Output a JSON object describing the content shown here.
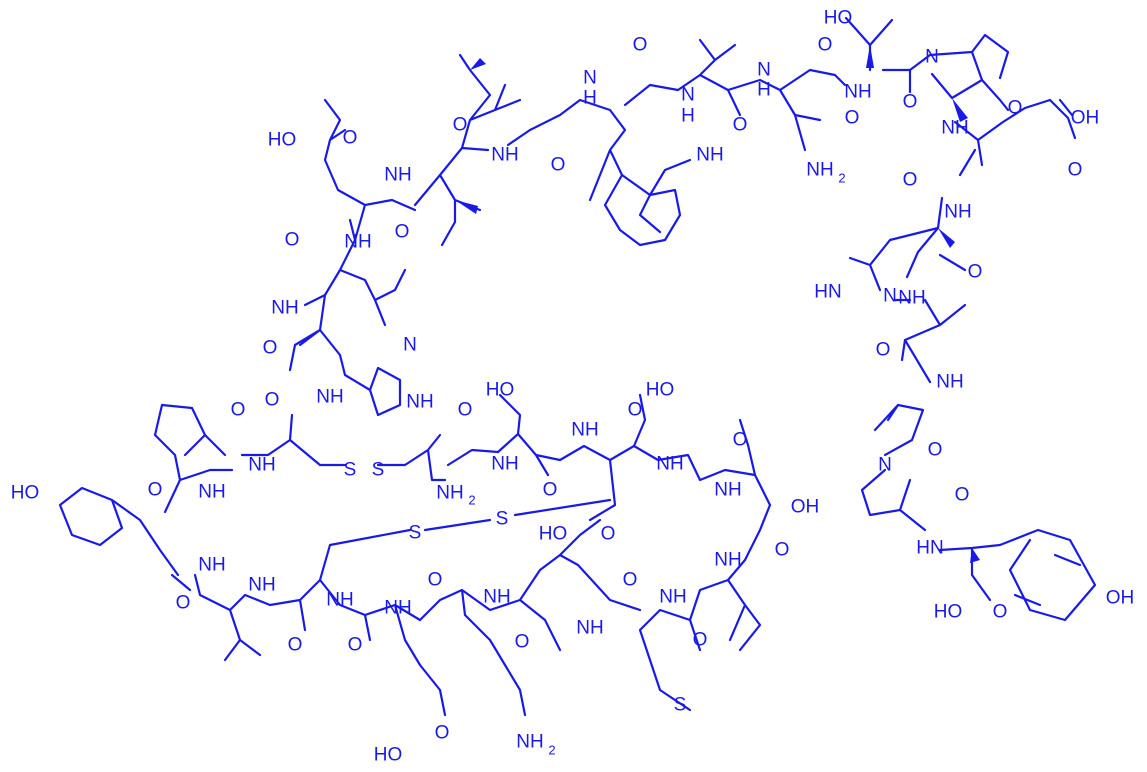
{
  "colors": {
    "structure": "#1a1ae6",
    "background": "#ffffff"
  },
  "labels": {
    "ho_thr": "HO",
    "n_pro1": "N",
    "nh_thr": "NH",
    "o_thr": "O",
    "o_pro1": "O",
    "n_asn": "N",
    "h_asn": "H",
    "o_asn1": "O",
    "o_asn2": "O",
    "nh2_asn": "NH",
    "nh2_asn_sub": "2",
    "n_val1": "N",
    "h_val1": "H",
    "o_val1": "O",
    "n_trp": "N",
    "h_trp": "H",
    "o_trp": "O",
    "nh_indole": "NH",
    "o_ile1": "O",
    "nh_ile1": "NH",
    "o_ile2": "O",
    "nh_ile2": "NH",
    "ho_asp1": "HO",
    "o_asp1a": "O",
    "o_asp1b": "O",
    "nh_asp1": "NH",
    "o_leu1": "O",
    "nh_leu1": "NH",
    "o_his1": "O",
    "nh_his1": "NH",
    "n_his1_ring": "N",
    "nh_his1_ring": "NH",
    "o_cys1": "O",
    "nh_cys1": "NH",
    "s1": "S",
    "s2": "S",
    "o_phe": "O",
    "nh_phe": "NH",
    "o_tyr1": "O",
    "nh_tyr1": "NH",
    "ho_tyr1": "HO",
    "nh2_cys2": "NH",
    "nh2_cys2_sub": "2",
    "o_cys2": "O",
    "nh_ser1": "NH",
    "ho_ser1": "HO",
    "o_ser1": "O",
    "nh_asx": "NH",
    "o_asx": "O",
    "ho_ser2": "HO",
    "nh_ser2": "NH",
    "o_ser2": "O",
    "nh_ser3": "NH",
    "oh_ser3": "OH",
    "o_ser3": "O",
    "nh_leu2": "NH",
    "s3": "S",
    "s4": "S",
    "nh_val2": "NH",
    "o_val2": "O",
    "nh_cys3": "NH",
    "o_cys3": "O",
    "nh_glu1": "NH",
    "o_glu1": "O",
    "ho_glu1": "HO",
    "o_glu1b": "O",
    "nh_lys": "NH",
    "o_lys": "O",
    "nh2_lys": "NH",
    "nh2_lys_sub": "2",
    "ho_asp2": "HO",
    "o_asp2": "O",
    "nh_asp2": "NH",
    "o_asp2b": "O",
    "nh_met": "NH",
    "o_met": "O",
    "s_met": "S",
    "o_leu2": "O",
    "nh_glu2": "NH",
    "oh_glu2": "OH",
    "o_glu2": "O",
    "o_glu2b": "O",
    "nh_his2": "NH",
    "o_his2": "O",
    "hn_his2_ring": "HN",
    "n_his2_ring": "N",
    "nh_val3": "NH",
    "o_val3": "O",
    "nh_val4": "NH",
    "o_val4": "O",
    "n_pro2": "N",
    "o_pro2": "O",
    "hn_tyr2": "HN",
    "ho_tyr2c": "HO",
    "o_tyr2c": "O",
    "oh_tyr2": "OH"
  }
}
